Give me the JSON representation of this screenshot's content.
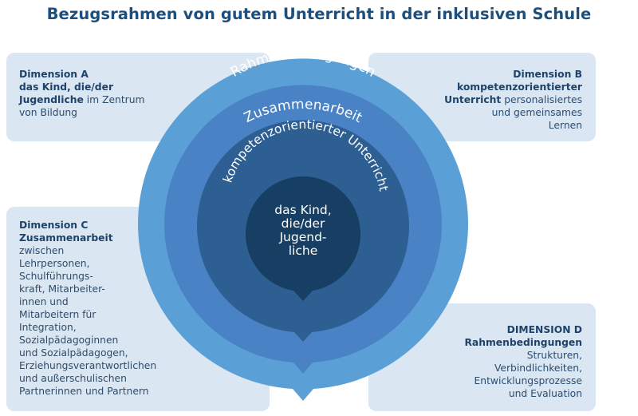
{
  "title": "Bezugsrahmen von gutem Unterricht in der inklusiven Schule",
  "dimensions": {
    "a": {
      "heading_lines": [
        "Dimension A",
        "das Kind, die/der",
        "Jugendliche"
      ],
      "text_lines": [
        "im Zentrum",
        "von Bildung"
      ]
    },
    "b": {
      "heading_lines": [
        "Dimension B",
        "kompetenzorientierter",
        "Unterricht"
      ],
      "text_lines": [
        "personalisiertes",
        "und gemeinsames",
        "Lernen"
      ]
    },
    "c": {
      "heading_lines": [
        "Dimension C",
        "Zusammenarbeit"
      ],
      "text_lines": [
        "zwischen",
        "Lehrpersonen,",
        "Schulführungs-",
        "kraft, Mitarbeiter-",
        "innen und",
        "Mitarbeitern für",
        "Integration,",
        "Sozialpädagoginnen",
        "und Sozialpädagogen,",
        "Erziehungsverantwortlichen",
        "und außerschulischen",
        "Partnerinnen und Partnern"
      ]
    },
    "d": {
      "heading_lines": [
        "DIMENSION D",
        "Rahmenbedingungen"
      ],
      "text_lines": [
        "Strukturen,",
        "Verbindlichkeiten,",
        "Entwicklungsprozesse",
        "und Evaluation"
      ]
    }
  },
  "rings": {
    "outer_label": "Rahmenbedingungen",
    "second_label": "Zusammenarbeit",
    "third_label": "kompetenzorientierter Unterricht"
  },
  "core_lines": [
    "das Kind,",
    "die/der",
    "Jugend-",
    "liche"
  ],
  "colors": {
    "title": "#1c4f7d",
    "box_background": "#dbe6f3",
    "ring_outer": "#5aa0d6",
    "ring_second": "#4a82c6",
    "ring_third": "#2e5f92",
    "core": "#173e63"
  }
}
